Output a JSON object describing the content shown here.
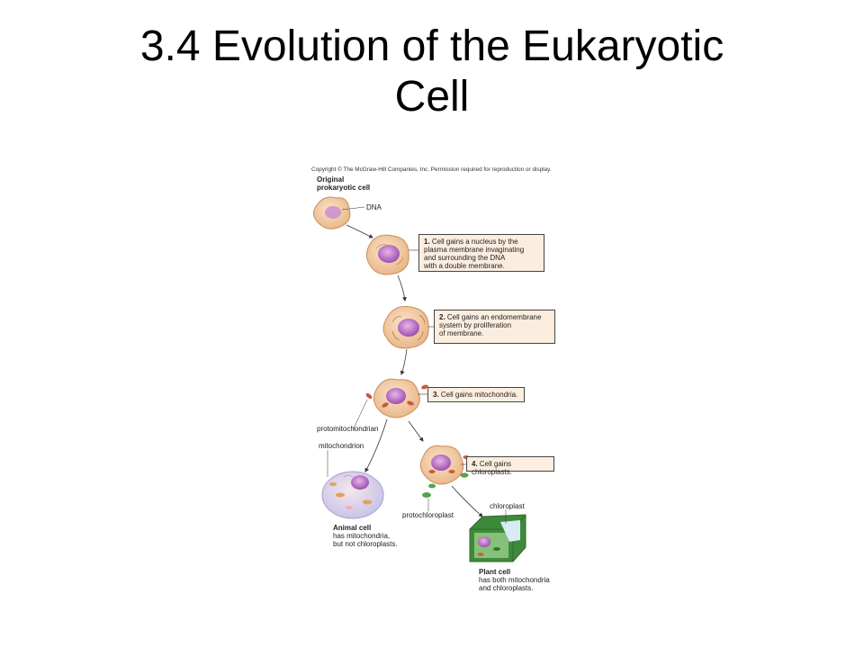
{
  "title_line1": "3.4  Evolution of the Eukaryotic",
  "title_line2": "Cell",
  "figure": {
    "copyright": "Copyright © The McGraw-Hill Companies, Inc. Permission required for reproduction or display.",
    "original_label_1": "Original",
    "original_label_2": "prokaryotic cell",
    "dna_label": "DNA",
    "steps": [
      {
        "num": "1.",
        "text": "Cell gains a nucleus by the\nplasma membrane invaginating\nand surrounding the DNA\nwith a double membrane."
      },
      {
        "num": "2.",
        "text": "Cell gains an endomembrane\nsystem by proliferation\nof membrane."
      },
      {
        "num": "3.",
        "text": "Cell gains mitochondria."
      },
      {
        "num": "4.",
        "text": "Cell gains chloroplasts."
      }
    ],
    "protomitochondrian_label": "protomitochondrian",
    "mitochondrion_label": "mitochondrion",
    "protochloroplast_label": "protochloroplast",
    "chloroplast_label": "chloroplast",
    "animal_cell_title": "Animal cell",
    "animal_cell_desc_1": "has mitochondria,",
    "animal_cell_desc_2": "but not chloroplasts.",
    "plant_cell_title": "Plant cell",
    "plant_cell_desc_1": "has both mitochondria",
    "plant_cell_desc_2": "and chloroplasts."
  }
}
